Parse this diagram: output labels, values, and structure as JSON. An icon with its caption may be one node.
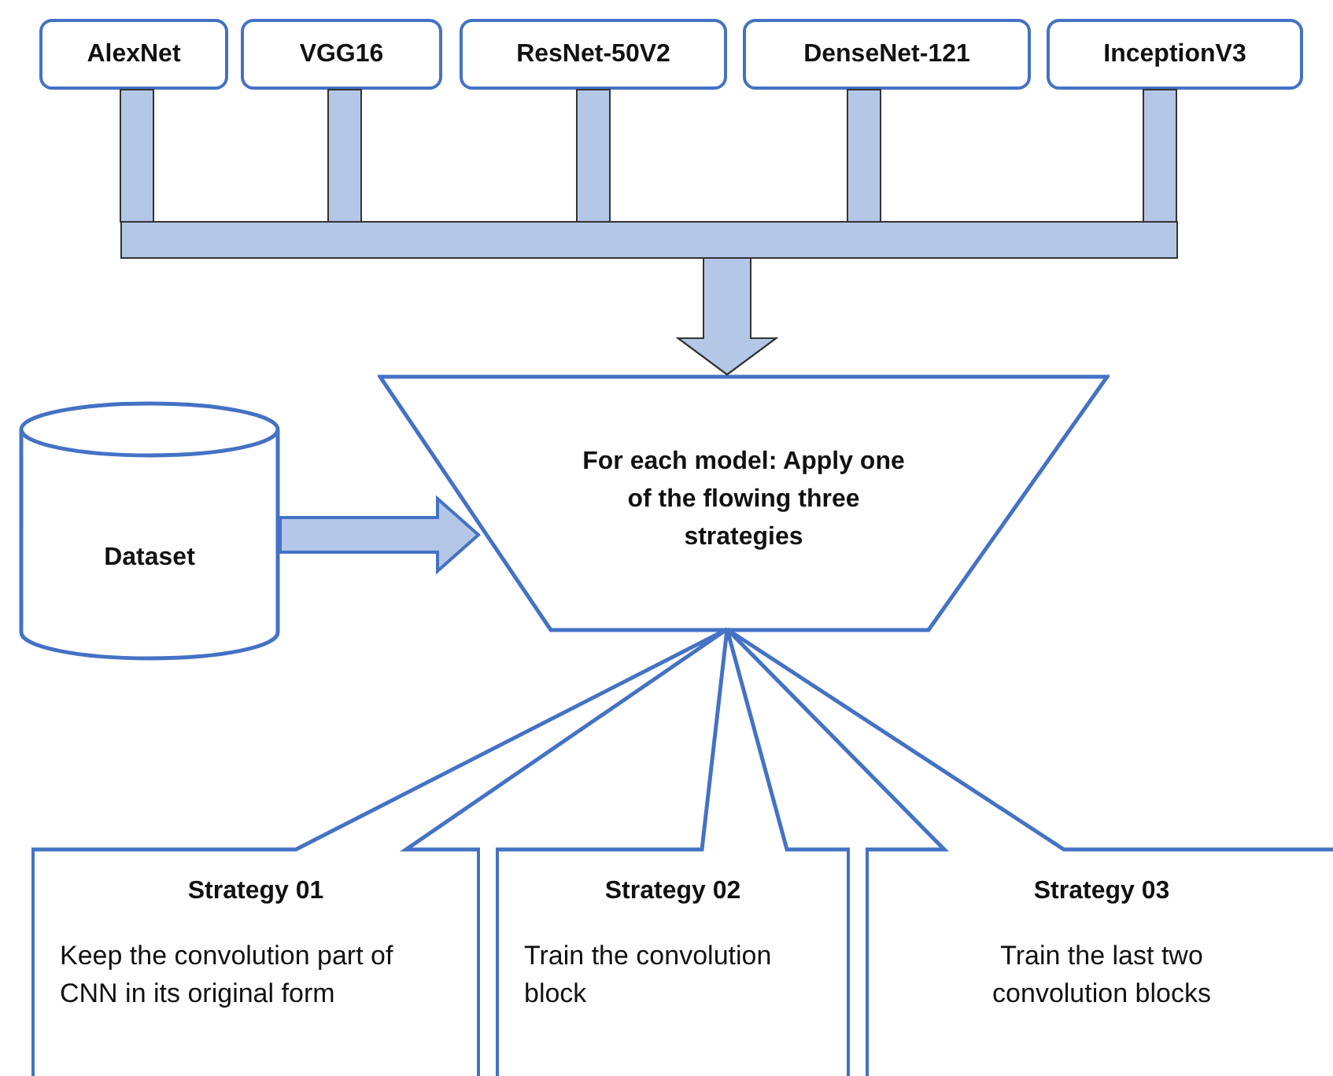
{
  "diagram": {
    "nodes": [
      {
        "text": [
          "AlexNet"
        ]
      },
      {
        "text": [
          "VGG16"
        ]
      },
      {
        "text": [
          "ResNet-50V2"
        ]
      },
      {
        "text": [
          "DenseNet-121"
        ]
      },
      {
        "text": [
          "InceptionV3"
        ]
      },
      {
        "text": [
          "For each model: Apply one of the flowing three strategies"
        ]
      },
      {
        "text": [
          "Dataset"
        ]
      },
      {
        "text": [
          "Strategy 01",
          "Keep the convolution part of CNN in its original form"
        ]
      },
      {
        "text": [
          "Strategy 02",
          "Train the convolution block"
        ]
      },
      {
        "text": [
          "Strategy 03",
          "Train the last two convolution blocks"
        ]
      }
    ],
    "edges": [
      {
        "from": 0,
        "to": 5,
        "arrow": "to",
        "style": "thick"
      },
      {
        "from": 1,
        "to": 5,
        "arrow": "to",
        "style": "thick"
      },
      {
        "from": 2,
        "to": 5,
        "arrow": "to",
        "style": "thick"
      },
      {
        "from": 3,
        "to": 5,
        "arrow": "to",
        "style": "thick"
      },
      {
        "from": 4,
        "to": 5,
        "arrow": "to",
        "style": "thick"
      },
      {
        "from": 6,
        "to": 5,
        "arrow": "to",
        "style": "thick"
      },
      {
        "from": 5,
        "to": 7,
        "arrow": "none"
      },
      {
        "from": 5,
        "to": 8,
        "arrow": "none"
      },
      {
        "from": 5,
        "to": 9,
        "arrow": "none"
      }
    ]
  }
}
